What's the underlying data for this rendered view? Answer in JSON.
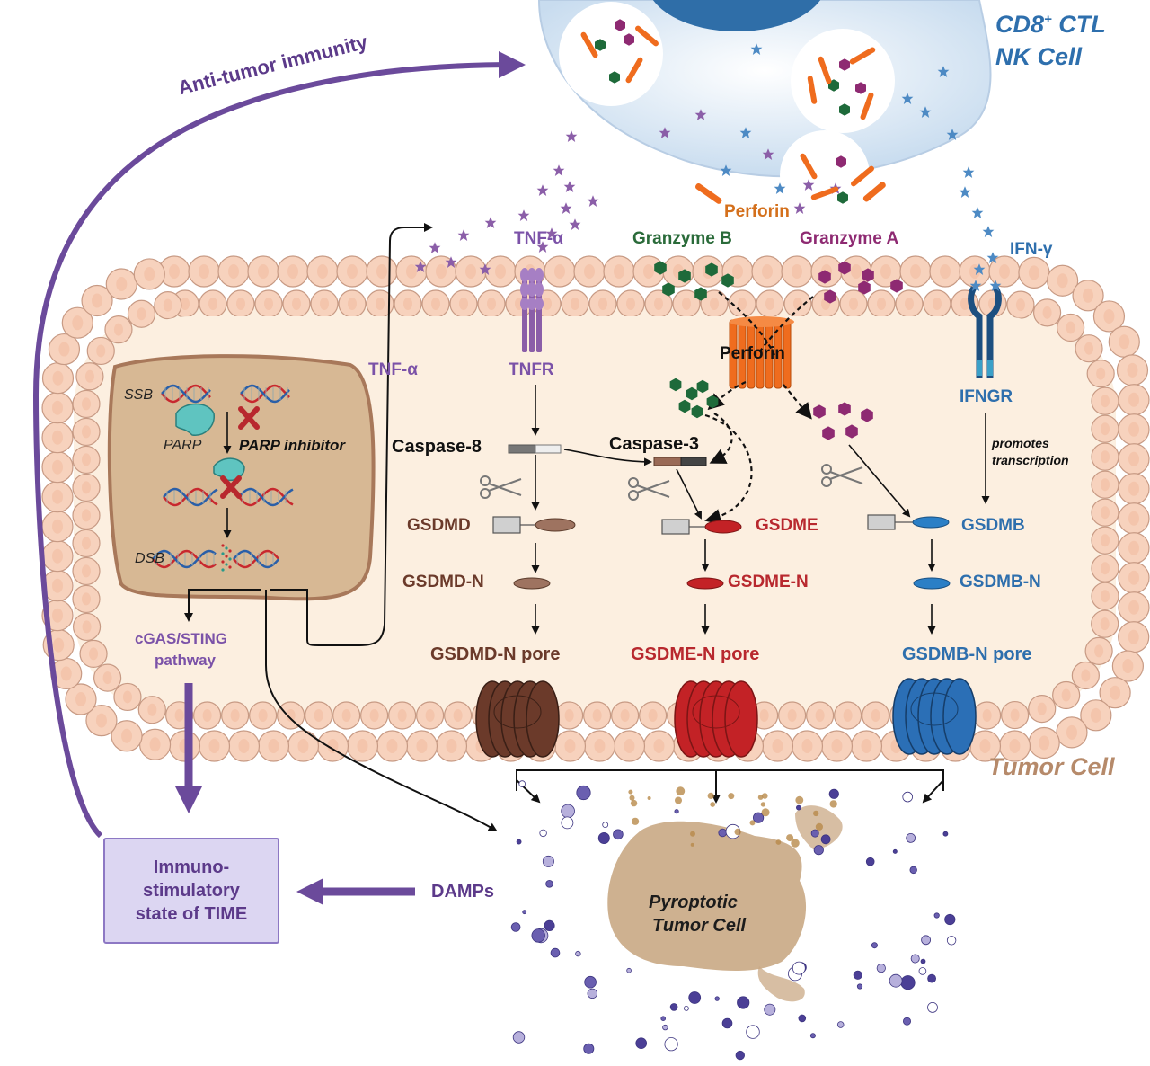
{
  "cells": {
    "immune_cell_label_line1": "CD8",
    "immune_cell_label_sup": "+",
    "immune_cell_label_suffix": " CTL",
    "immune_cell_label_line2": "NK Cell",
    "tumor_cell_label": "Tumor Cell",
    "pyroptotic_label_line1": "Pyroptotic",
    "pyroptotic_label_line2": "Tumor Cell"
  },
  "effectors": {
    "perforin_top": "Perforin",
    "perforin_channel": "Perforin",
    "tnf_alpha_top": "TNF-α",
    "granzyme_b": "Granzyme B",
    "granzyme_a": "Granzyme A",
    "ifn_gamma": "IFN-γ"
  },
  "receptors": {
    "tnfr": "TNFR",
    "ifngr": "IFNGR",
    "tnf_alpha_secreted": "TNF-α"
  },
  "nucleus": {
    "ssb": "SSB",
    "parp": "PARP",
    "parp_inhibitor": "PARP inhibitor",
    "dsb": "DSB"
  },
  "pathways": {
    "caspase8": "Caspase-8",
    "caspase3": "Caspase-3",
    "promotes_transcription_line1": "promotes",
    "promotes_transcription_line2": "transcription",
    "gsdmd": "GSDMD",
    "gsdmd_n": "GSDMD-N",
    "gsdmd_n_pore": "GSDMD-N pore",
    "gsdme": "GSDME",
    "gsdme_n": "GSDME-N",
    "gsdme_n_pore": "GSDME-N pore",
    "gsdmb": "GSDMB",
    "gsdmb_n": "GSDMB-N",
    "gsdmb_n_pore": "GSDMB-N pore",
    "cgas_line1": "cGAS/STING",
    "cgas_line2": "pathway",
    "damps": "DAMPs",
    "anti_tumor": "Anti-tumor immunity",
    "immuno_state": "Immuno-\nstimulatory\nstate of TIME"
  },
  "colors": {
    "immune_cell_fill": "#dde9f6",
    "immune_nucleus": "#2f6ea8",
    "tumor_membrane": "#f7d2bd",
    "tumor_cytoplasm": "#fcefe0",
    "nucleus_fill": "#d7b894",
    "purple_arrow": "#6b4a9b",
    "gsdmd": "#6b3a2a",
    "gsdme": "#b8282e",
    "gsdmb": "#2e6fad",
    "granzyme_b": "#1e6a3a",
    "granzyme_a": "#8e2a72",
    "perforin": "#ef6c1e"
  }
}
